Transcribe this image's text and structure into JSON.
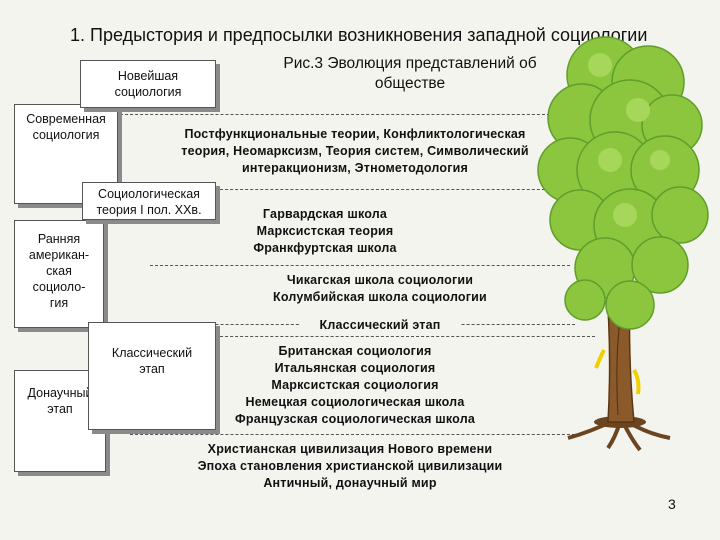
{
  "slide": {
    "title": "1. Предыстория и предпосылки возникновения западной социологии",
    "caption_lines": [
      "Рис.3 Эволюция представлений об",
      "обществе"
    ],
    "page_number": "3"
  },
  "stage_boxes": {
    "newest": [
      "Новейшая",
      "социология"
    ],
    "modern": [
      "Современная",
      "социология"
    ],
    "theory_first_half": [
      "Социологическая",
      "теория I пол. ХХв."
    ],
    "early_american": [
      "Ранняя",
      "американ-",
      "ская",
      "социоло-",
      "гия"
    ],
    "classical": [
      "Классический",
      "этап"
    ],
    "prescientific": [
      "Донаучный",
      "этап"
    ]
  },
  "eras": {
    "postfunctional": [
      "Постфункциональные теории, Конфликтологическая",
      "теория, Неомарксизм, Теория систем, Символический",
      "интеракционизм, Этнометодология"
    ],
    "schools_20c": [
      "Гарвардская школа",
      "Марксистская теория",
      "Франкфуртская школа"
    ],
    "chicago": [
      "Чикагская школа социологии",
      "Колумбийская школа социологии"
    ],
    "classical_label": [
      "Классический этап"
    ],
    "classical_schools": [
      "Британская социология",
      "Итальянская социология",
      "Марксистская социология",
      "Немецкая социологическая школа",
      "Французская социологическая школа"
    ],
    "ancient": [
      "Христианская цивилизация Нового времени",
      "Эпоха становления христианской цивилизации",
      "Античный, донаучный мир"
    ]
  },
  "colors": {
    "foliage": "#8cc63f",
    "foliage_dark": "#5f9e2a",
    "trunk": "#8b5a2b",
    "ribbon": "#f0d000"
  }
}
